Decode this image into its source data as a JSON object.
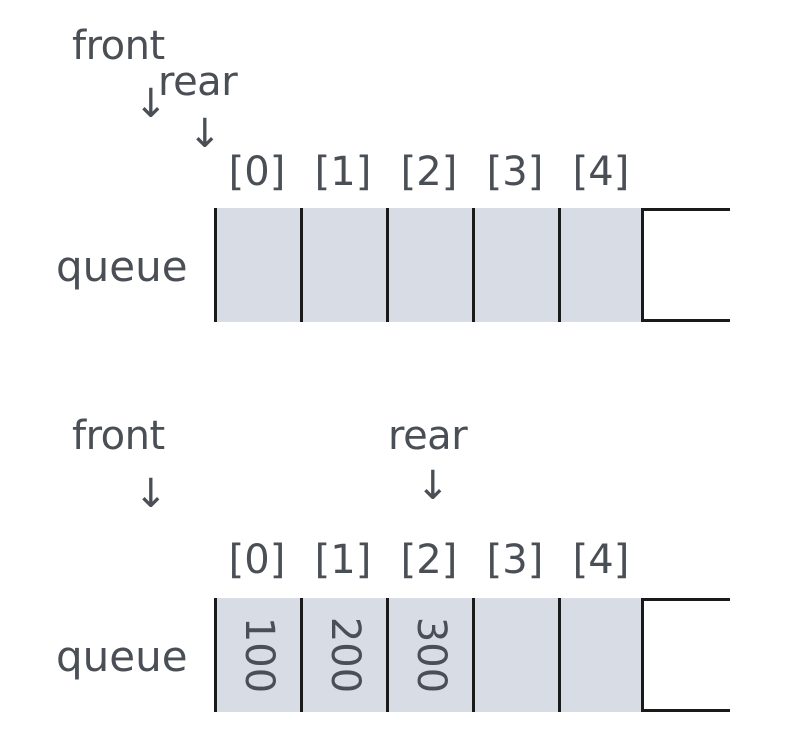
{
  "diagrams": [
    {
      "front_label": "front",
      "rear_label": "rear",
      "arrow_glyph": "↓",
      "queue_label": "queue",
      "indices": [
        "[0]",
        "[1]",
        "[2]",
        "[3]",
        "[4]"
      ],
      "values": [
        "",
        "",
        "",
        "",
        ""
      ]
    },
    {
      "front_label": "front",
      "rear_label": "rear",
      "arrow_glyph": "↓",
      "queue_label": "queue",
      "indices": [
        "[0]",
        "[1]",
        "[2]",
        "[3]",
        "[4]"
      ],
      "values": [
        "100",
        "200",
        "300",
        "",
        ""
      ]
    }
  ],
  "colors": {
    "cell_fill": "#d8dde5",
    "border": "#1a1a1a",
    "text": "#4a4f55"
  }
}
